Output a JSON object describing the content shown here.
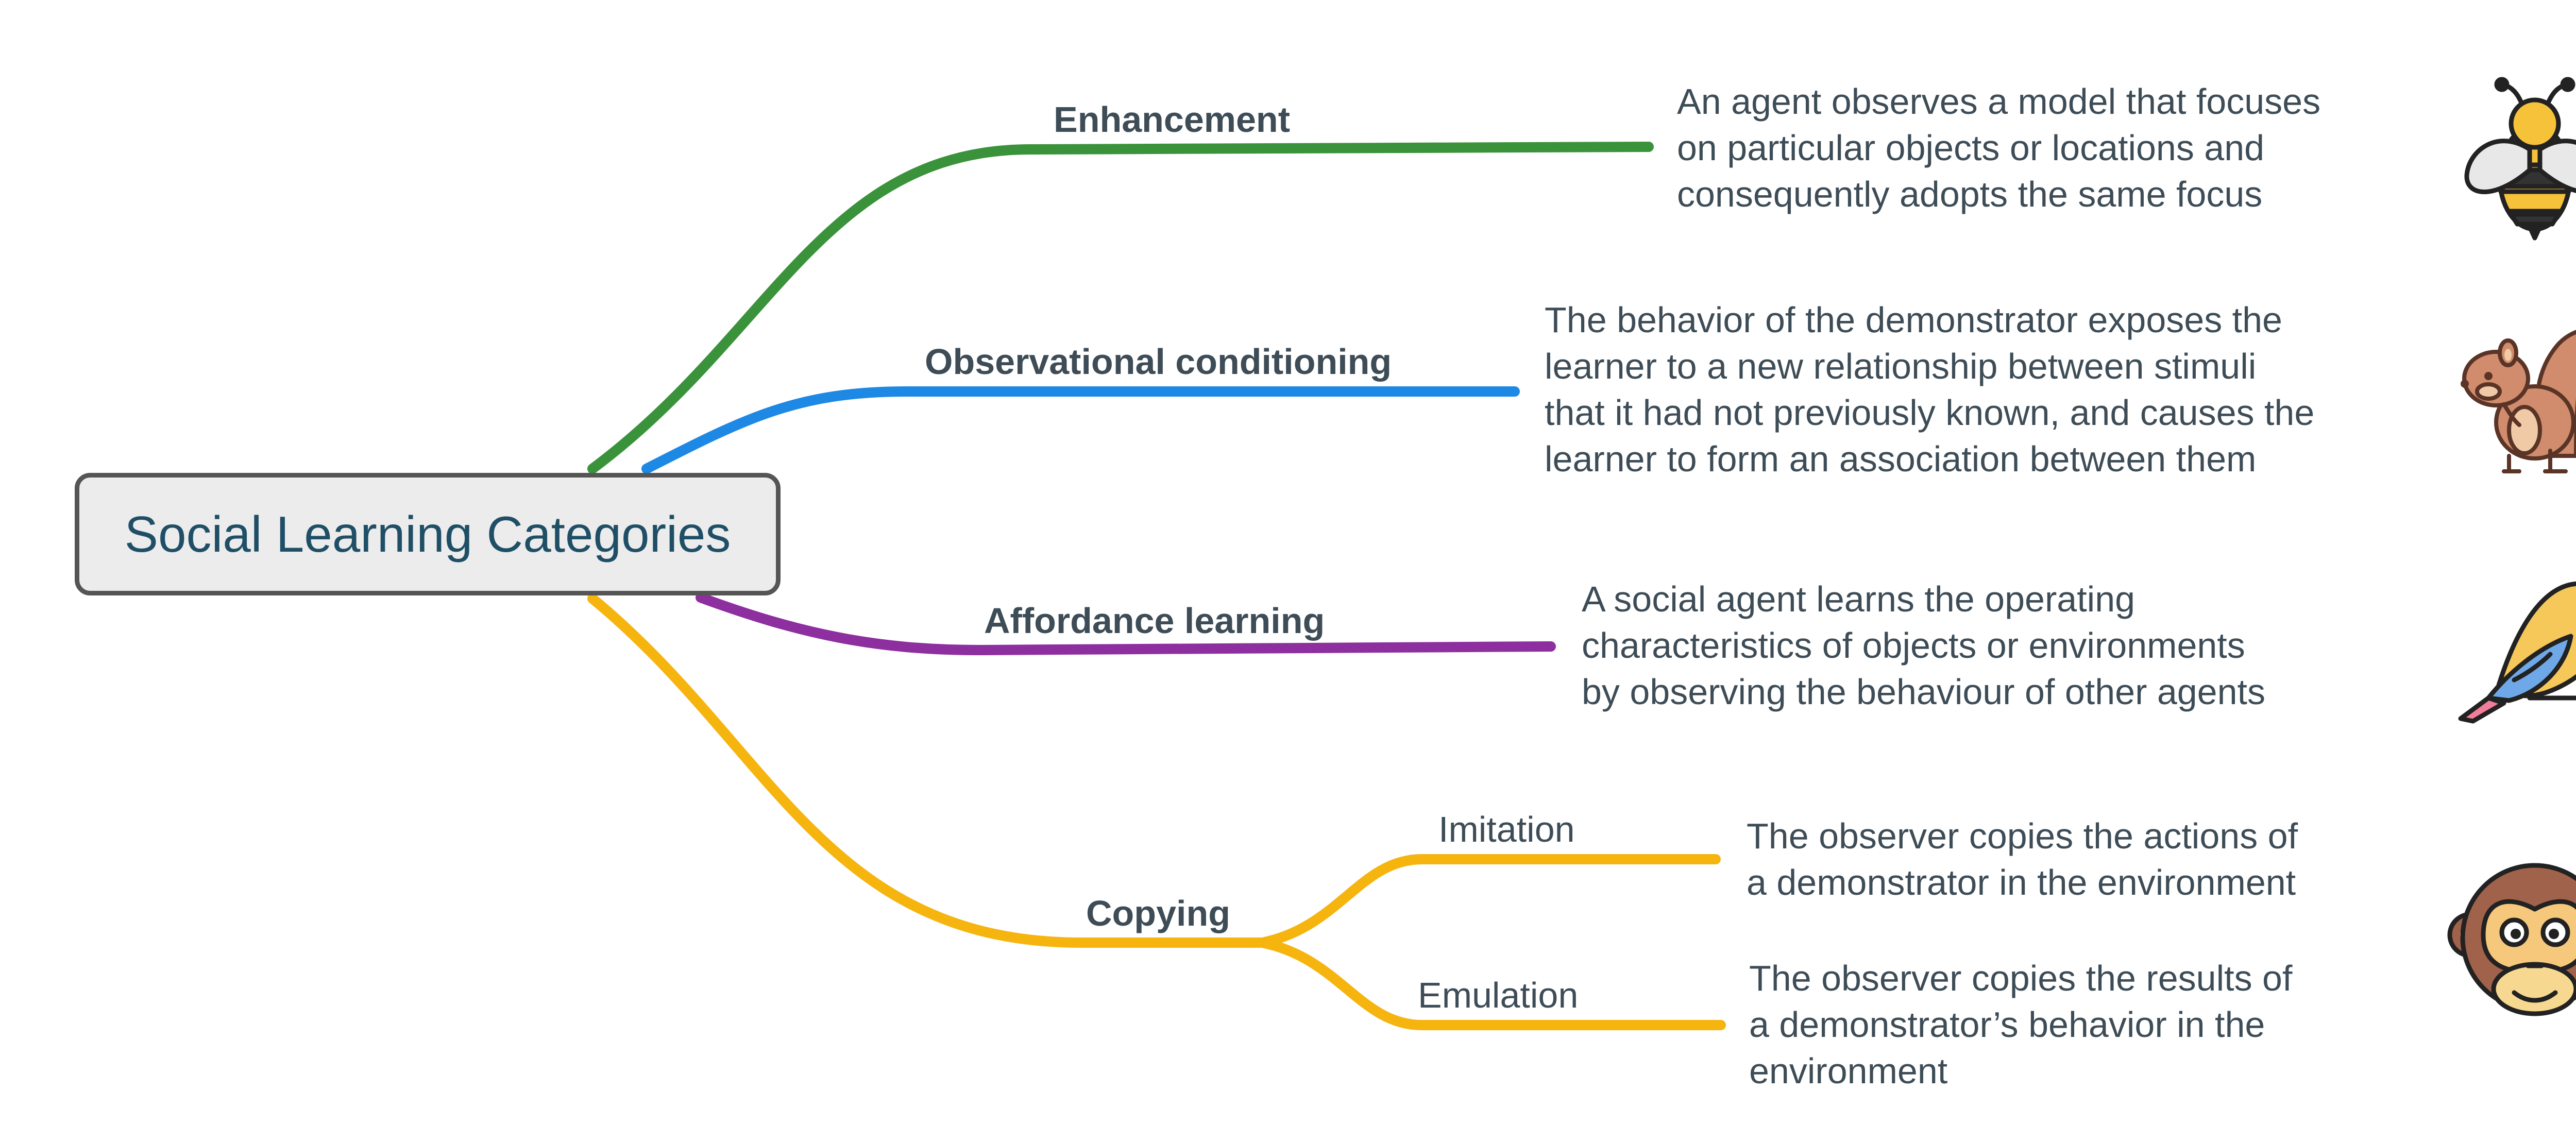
{
  "root": {
    "label": "Social Learning Categories"
  },
  "branches": [
    {
      "label": "Enhancement",
      "color": "#3a923a",
      "icon": "bee-icon",
      "description": [
        "An agent observes a model that focuses",
        "on particular objects or locations and",
        "consequently adopts the same focus"
      ]
    },
    {
      "label": "Observational conditioning",
      "color": "#1e88e5",
      "icon": "squirrel-icon",
      "description": [
        "The behavior of the demonstrator exposes the",
        "learner to a new relationship between stimuli",
        "that it had not previously known, and causes the",
        "learner to form an association between them"
      ]
    },
    {
      "label": "Affordance learning",
      "color": "#8e2fa0",
      "icon": "bird-icon",
      "description": [
        "A social agent learns the operating",
        "characteristics of objects or environments",
        "by observing the behaviour of other agents"
      ]
    },
    {
      "label": "Copying",
      "color": "#f6b40f",
      "icon": "monkey-icon",
      "children": [
        {
          "label": "Imitation",
          "description": [
            "The observer copies the actions of",
            "a demonstrator in the environment"
          ]
        },
        {
          "label": "Emulation",
          "description": [
            "The observer copies the results of",
            "a demonstrator’s behavior in the",
            "environment"
          ]
        }
      ]
    }
  ],
  "colors": {
    "root_fill": "#ececec",
    "root_border": "#555555",
    "root_text": "#1f4f66",
    "text": "#3d4c56"
  }
}
